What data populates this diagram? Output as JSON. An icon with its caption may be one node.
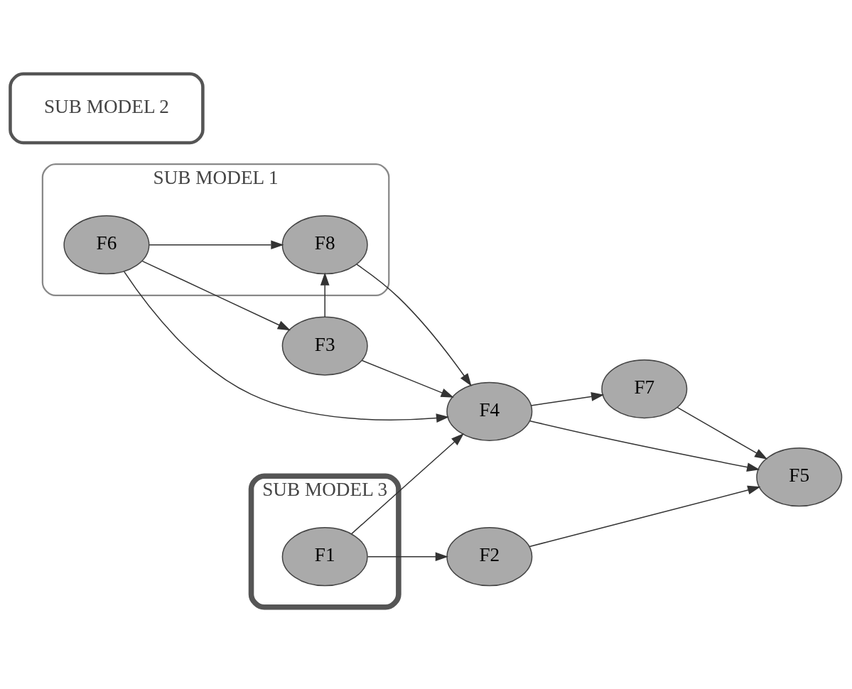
{
  "diagram": {
    "nodes": [
      {
        "text": [
          "SUB MODEL 1"
        ]
      },
      {
        "text": [
          "SUB MODEL 2"
        ]
      },
      {
        "text": [
          "SUB MODEL 3"
        ]
      },
      {
        "text": [
          "F8"
        ],
        "in": 0
      },
      {
        "text": [
          "F6"
        ],
        "in": 0
      },
      {
        "text": [
          "F3"
        ]
      },
      {
        "text": [
          "F7"
        ]
      },
      {
        "text": [
          "F4"
        ]
      },
      {
        "text": [
          "F1"
        ],
        "in": 2
      },
      {
        "text": [
          "F5"
        ]
      },
      {
        "text": [
          "F2"
        ]
      }
    ],
    "edges": [
      {
        "from": 4,
        "to": 3,
        "arrow": "to"
      },
      {
        "from": 4,
        "to": 5,
        "arrow": "to"
      },
      {
        "from": 4,
        "to": 7,
        "arrow": "to"
      },
      {
        "from": 5,
        "to": 3,
        "arrow": "to"
      },
      {
        "from": 5,
        "to": 7,
        "arrow": "to"
      },
      {
        "from": 3,
        "to": 7,
        "arrow": "to"
      },
      {
        "from": 7,
        "to": 6,
        "arrow": "to"
      },
      {
        "from": 7,
        "to": 9,
        "arrow": "to"
      },
      {
        "from": 6,
        "to": 9,
        "arrow": "to"
      },
      {
        "from": 8,
        "to": 7,
        "arrow": "to"
      },
      {
        "from": 8,
        "to": 10,
        "arrow": "to"
      },
      {
        "from": 10,
        "to": 9,
        "arrow": "to"
      }
    ]
  }
}
